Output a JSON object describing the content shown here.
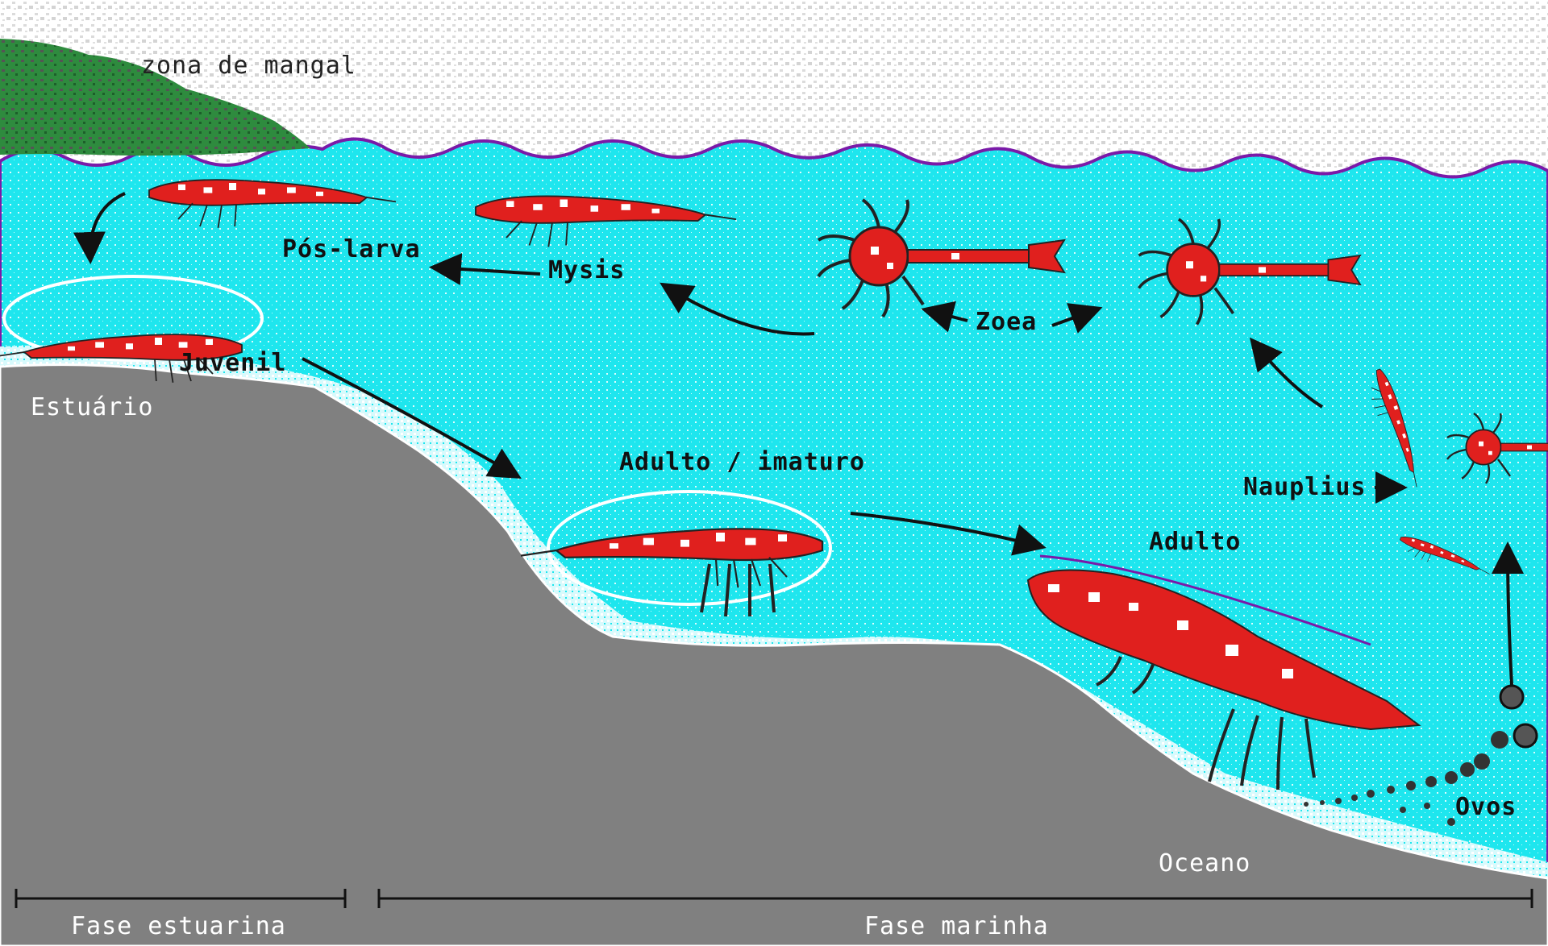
{
  "labels": {
    "mangrove": "zona de mangal",
    "estuary": "Estuário",
    "ocean": "Oceano",
    "postlarva": "Pós-larva",
    "mysis": "Mysis",
    "zoea": "Zoea",
    "juvenile": "Juvenil",
    "immature_adult": "Adulto / imaturo",
    "nauplius": "Nauplius",
    "adult": "Adulto",
    "eggs": "Ovos",
    "estuarine_phase": "Fase estuarina",
    "marine_phase": "Fase marinha"
  },
  "colors": {
    "water": "#1ee6ee",
    "seabed": "#808080",
    "shrimp_red": "#e0201e",
    "mangrove_green": "#2e8b3e",
    "sky_gray": "#d6d6d6"
  }
}
